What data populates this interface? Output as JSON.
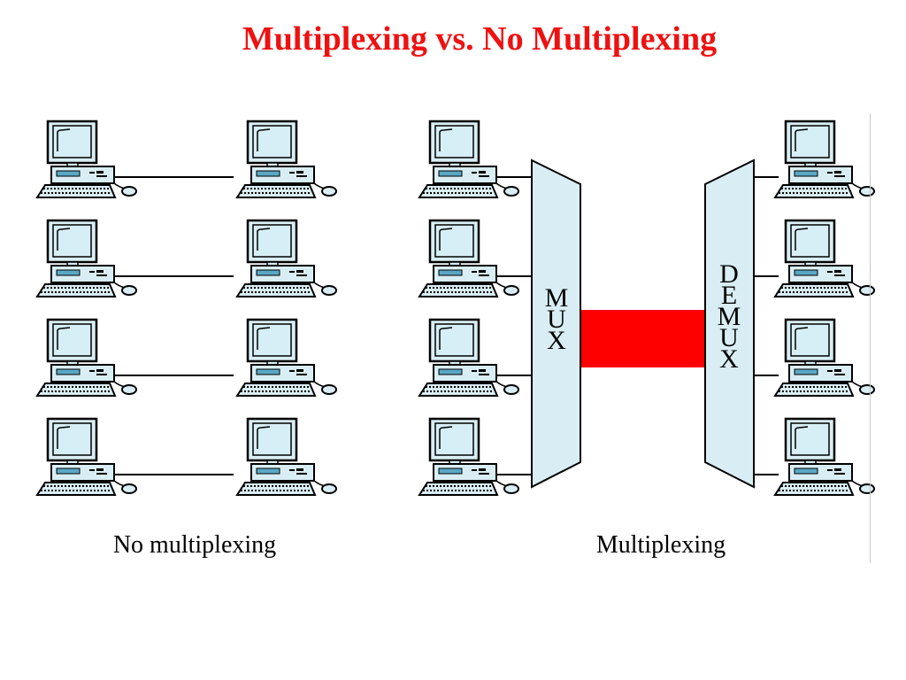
{
  "title": "Multiplexing vs. No Multiplexing",
  "colors": {
    "title": "#ee1111",
    "link": "#000000",
    "shared_channel": "#ff0000",
    "device_fill": "#d9eef4",
    "device_screen": "#d6eef5",
    "device_drive": "#5aa7c4",
    "outline": "#000000"
  },
  "left_panel": {
    "caption": "No multiplexing",
    "rows": 4
  },
  "right_panel": {
    "caption": "Multiplexing",
    "rows": 4,
    "mux": {
      "letters": [
        "M",
        "U",
        "X"
      ]
    },
    "demux": {
      "letters": [
        "D",
        "E",
        "M",
        "U",
        "X"
      ]
    }
  },
  "icons": {
    "computer": "desktop-computer-icon"
  }
}
